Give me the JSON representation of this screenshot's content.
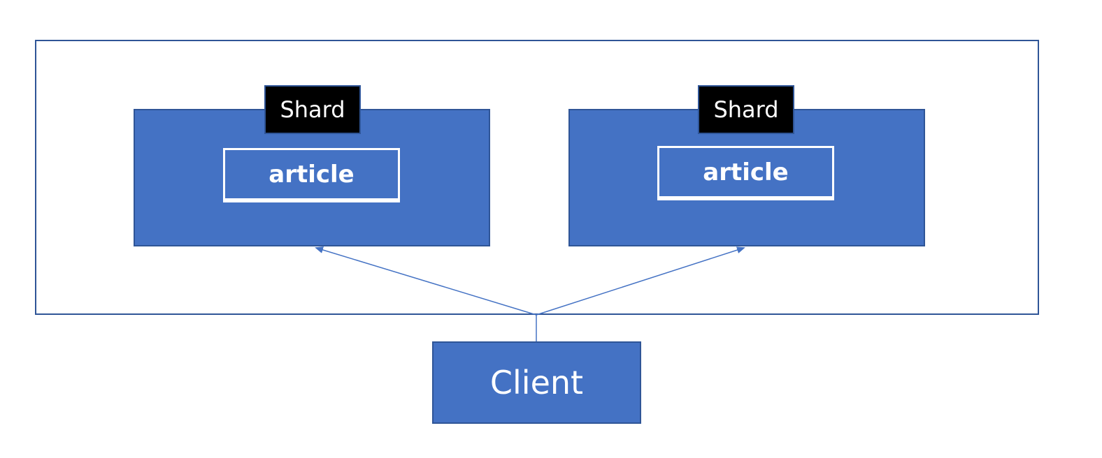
{
  "diagram": {
    "shards": [
      {
        "label": "Shard",
        "content": "article"
      },
      {
        "label": "Shard",
        "content": "article"
      }
    ],
    "client": {
      "label": "Client"
    },
    "colors": {
      "box_fill": "#4472c4",
      "border": "#2f5597",
      "label_fill": "#000000",
      "text": "#ffffff"
    }
  }
}
